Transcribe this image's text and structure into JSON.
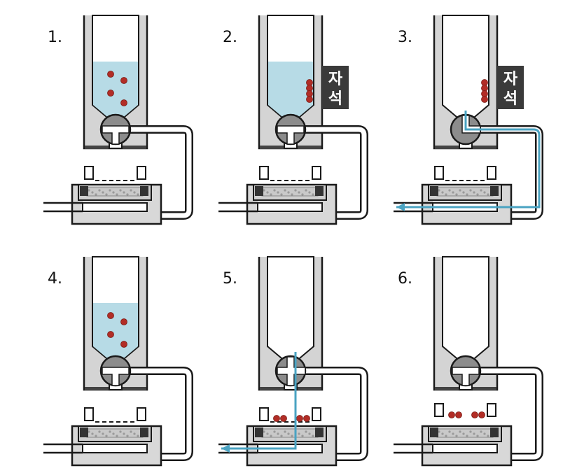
{
  "panels": [
    {
      "label": "1.",
      "liquid": "full",
      "beads": "suspended",
      "magnet": false,
      "flow": "none",
      "valve": "down",
      "chamber": "closed"
    },
    {
      "label": "2.",
      "liquid": "full",
      "beads": "wall",
      "magnet": true,
      "flow": "none",
      "valve": "down",
      "chamber": "closed"
    },
    {
      "label": "3.",
      "liquid": "empty",
      "beads": "wall",
      "magnet": true,
      "flow": "drain",
      "valve": "side",
      "chamber": "closed"
    },
    {
      "label": "4.",
      "liquid": "full",
      "beads": "suspended",
      "magnet": false,
      "flow": "none",
      "valve": "down",
      "chamber": "closed"
    },
    {
      "label": "5.",
      "liquid": "empty",
      "beads": "chamber",
      "magnet": false,
      "flow": "through",
      "valve": "through",
      "chamber": "closed"
    },
    {
      "label": "6.",
      "liquid": "empty",
      "beads": "chamber",
      "magnet": false,
      "flow": "none",
      "valve": "down",
      "chamber": "open"
    }
  ],
  "magnet": {
    "text_top": "자",
    "text_bottom": "석"
  },
  "colors": {
    "liquid": "#b7dbe6",
    "bead": "#b22d26",
    "flow": "#4aa3c2",
    "column": "#d4d4d4",
    "outline": "#1a1a1a",
    "magnet": "#3a3a3a"
  },
  "icons": [
    "magnet-block",
    "bead",
    "valve",
    "flow-arrow"
  ]
}
